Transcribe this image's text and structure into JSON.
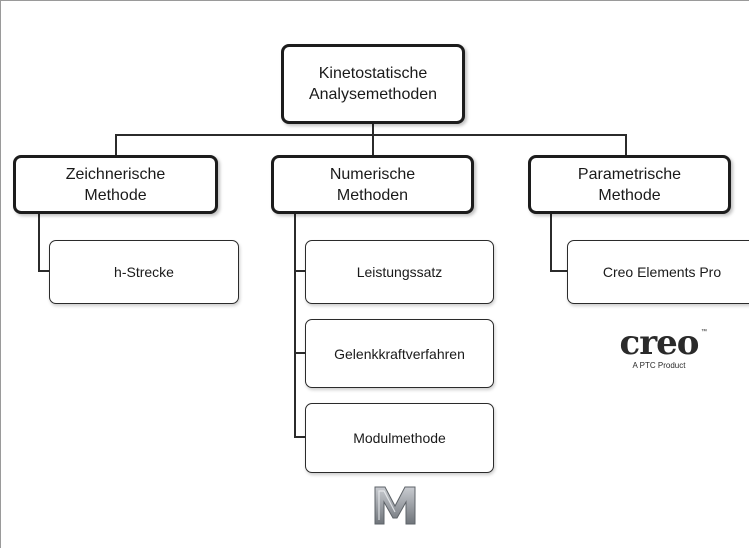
{
  "root": {
    "line1": "Kinetostatische",
    "line2": "Analysemethoden"
  },
  "branches": [
    {
      "line1": "Zeichnerische",
      "line2": "Methode",
      "children": [
        {
          "label": "h-Strecke"
        }
      ]
    },
    {
      "line1": "Numerische",
      "line2": "Methoden",
      "children": [
        {
          "label": "Leistungssatz"
        },
        {
          "label": "Gelenkkraftverfahren"
        },
        {
          "label": "Modulmethode"
        }
      ]
    },
    {
      "line1": "Parametrische",
      "line2": "Methode",
      "children": [
        {
          "label": "Creo Elements Pro"
        }
      ]
    }
  ],
  "logos": {
    "creo": {
      "word": "creo",
      "trademark": "™",
      "tagline": "A PTC Product",
      "icon": "creo-logo"
    },
    "mathcad": {
      "icon": "m-logo"
    }
  },
  "colors": {
    "line": "#2b2b2b",
    "border": "#1c1c1c",
    "m_logo_light": "#b8bcc2",
    "m_logo_dark": "#6f747a"
  }
}
